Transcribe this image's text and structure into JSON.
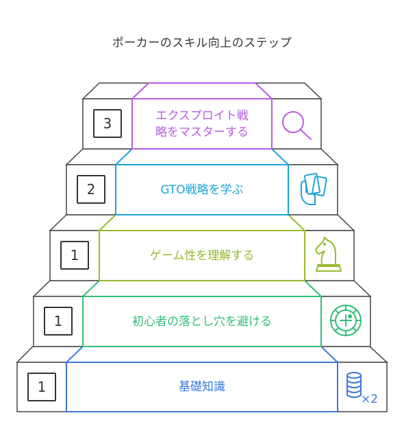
{
  "title": "ポーカーのスキル向上のステップ",
  "steps": [
    {
      "label_line1": "エクスプロイト戦",
      "label_line2": "略をマスターする",
      "number": "3",
      "icon": "magnifier-icon",
      "color": "#b95ce0"
    },
    {
      "label": "GTO戦略を学ぶ",
      "number": "2",
      "icon": "hand-holding-cards-icon",
      "color": "#1ba4d6"
    },
    {
      "label": "ゲーム性を理解する",
      "number": "1",
      "icon": "chess-knight-icon",
      "color": "#97b82f"
    },
    {
      "label": "初心者の落とし穴を避ける",
      "number": "1",
      "icon": "roulette-wheel-icon",
      "color": "#2fbf78"
    },
    {
      "label": "基礎知識",
      "number": "1",
      "icon": "coin-stack-icon",
      "icon_suffix": "×2",
      "color": "#3b78d8"
    }
  ]
}
